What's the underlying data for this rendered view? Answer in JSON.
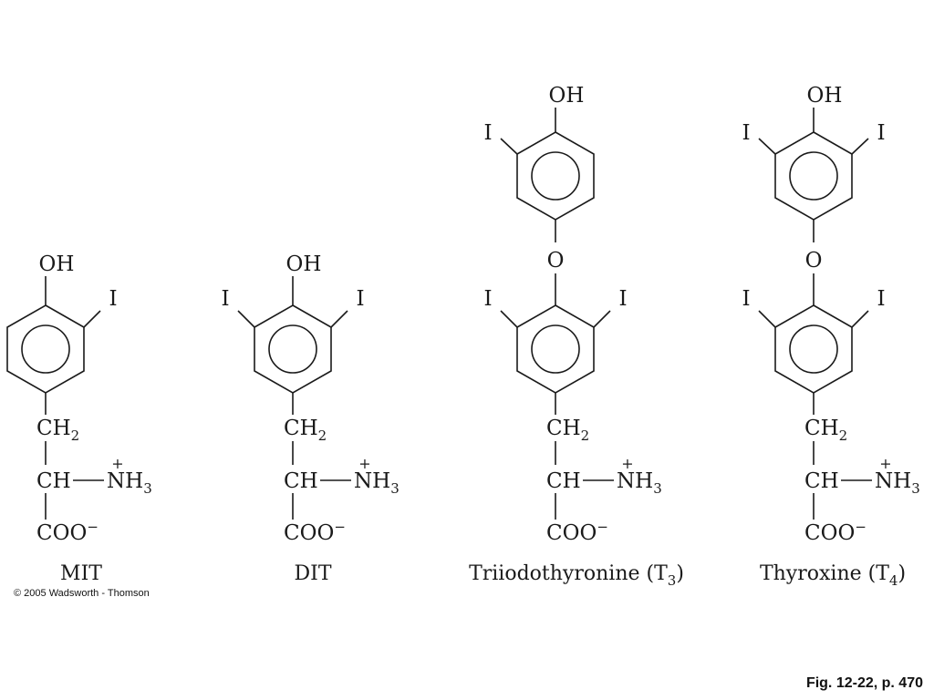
{
  "colors": {
    "bond": "#1a1a1a",
    "iodine": "#1f6fa8",
    "text": "#1a1a1a"
  },
  "atoms": {
    "hydroxyl": "OH",
    "iodine": "I",
    "ether_oxygen": "O",
    "ch2": "CH",
    "ch2_sub": "2",
    "ch": "CH",
    "nh3": "NH",
    "nh3_sub": "3",
    "plus": "+",
    "coo": "COO",
    "minus": "−"
  },
  "molecules": [
    {
      "name": "MIT"
    },
    {
      "name": "DIT"
    },
    {
      "name": "Triiodothyronine (T",
      "name_sub": "3",
      "name_end": ")"
    },
    {
      "name": "Thyroxine (T",
      "name_sub": "4",
      "name_end": ")"
    }
  ],
  "footer": {
    "copyright": "© 2005 Wadsworth - Thomson",
    "figure_ref": "Fig. 12-22, p. 470"
  }
}
